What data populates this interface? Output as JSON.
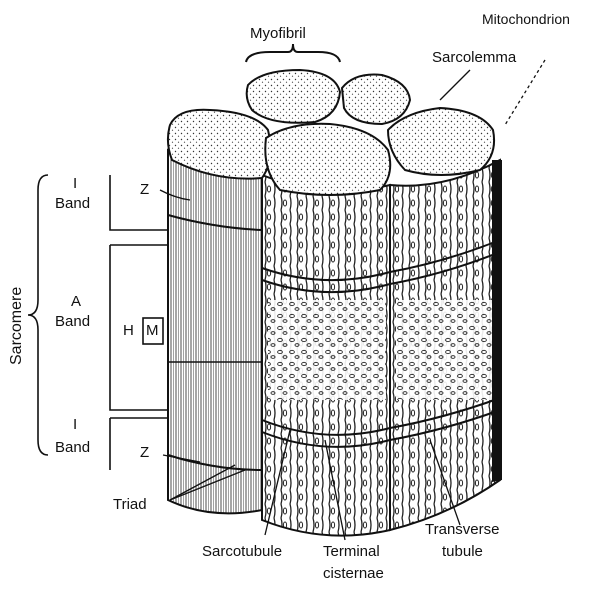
{
  "labels": {
    "myofibril": "Myofibril",
    "mitochondrion": "Mitochondrion",
    "sarcolemma": "Sarcolemma",
    "sarcomere": "Sarcomere",
    "i_band_top_line1": "I",
    "i_band_top_line2": "Band",
    "a_band_line1": "A",
    "a_band_line2": "Band",
    "i_band_bottom_line1": "I",
    "i_band_bottom_line2": "Band",
    "z_top": "Z",
    "z_bottom": "Z",
    "h": "H",
    "m": "M",
    "triad": "Triad",
    "sarcotubule": "Sarcotubule",
    "terminal_cisternae_line1": "Terminal",
    "terminal_cisternae_line2": "cisternae",
    "transverse_tubule_line1": "Transverse",
    "transverse_tubule_line2": "tubule"
  },
  "colors": {
    "ink": "#111111",
    "paper": "#ffffff",
    "stipple": "#f2f2f2"
  }
}
